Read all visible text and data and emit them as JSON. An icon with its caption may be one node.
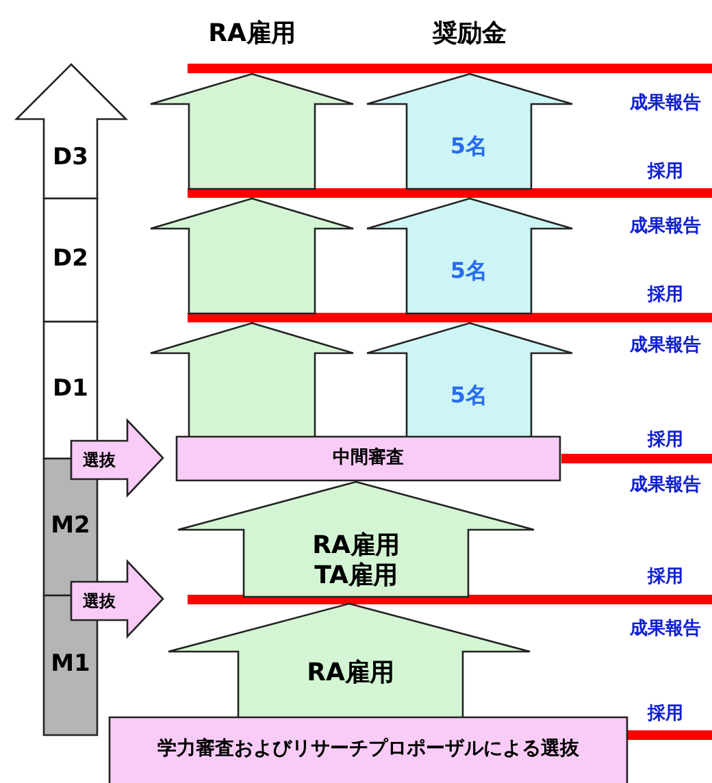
{
  "diagram": {
    "nodes": [
      {
        "text": [
          "D3"
        ]
      },
      {
        "text": [
          "D2"
        ]
      },
      {
        "text": [
          "D1"
        ]
      },
      {
        "text": [
          "M2"
        ]
      },
      {
        "text": [
          "M1"
        ]
      },
      {
        "text": [],
        "shape": "arrow"
      },
      {
        "text": [
          "5名"
        ]
      },
      {
        "text": [],
        "shape": "arrow"
      },
      {
        "text": [
          "5名"
        ]
      },
      {
        "text": [],
        "shape": "arrow"
      },
      {
        "text": [
          "5名"
        ]
      },
      {
        "text": [
          "選抜"
        ]
      },
      {
        "text": [
          "中間審査"
        ]
      },
      {
        "text": [
          "RA雇用",
          "TA雇用"
        ]
      },
      {
        "text": [
          "選抜"
        ]
      },
      {
        "text": [
          "RA雇用"
        ]
      },
      {
        "text": [
          "学力審査およびリサーチプロポーザルによる選抜"
        ]
      }
    ],
    "labels": [
      "RA雇用",
      "奨励金",
      "成果報告",
      "採用",
      "成果報告",
      "採用",
      "成果報告",
      "採用",
      "成果報告",
      "採用",
      "成果報告",
      "採用"
    ]
  }
}
